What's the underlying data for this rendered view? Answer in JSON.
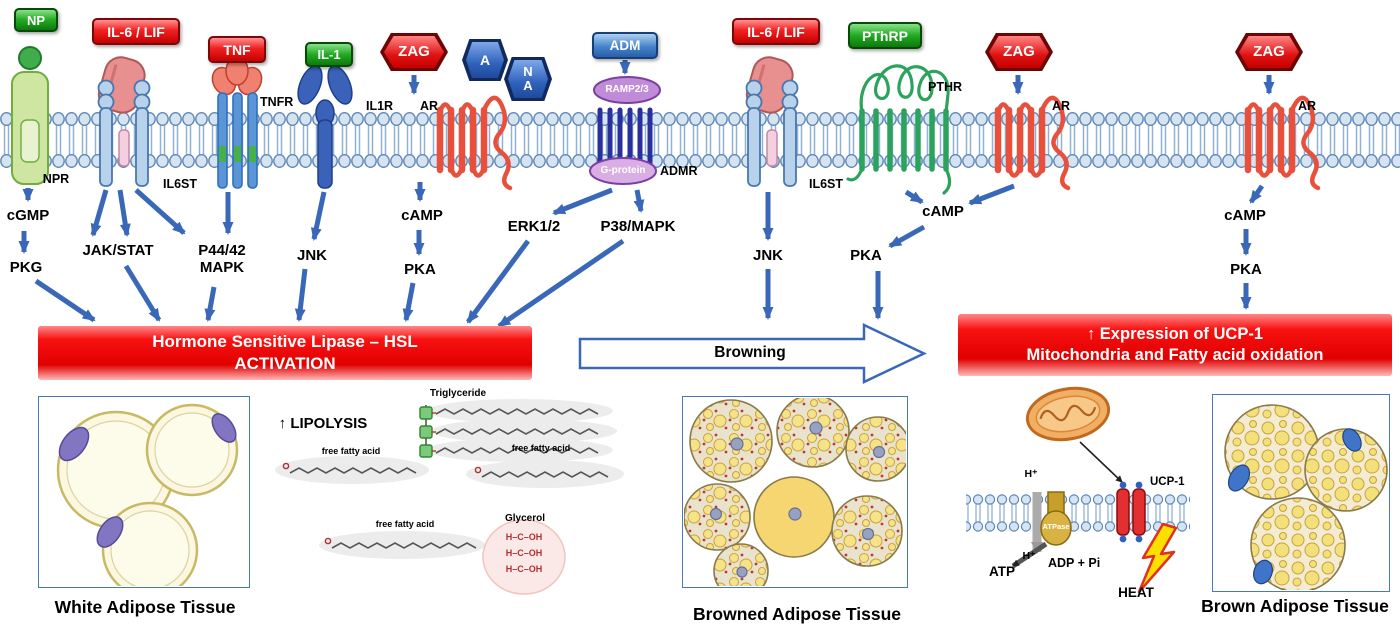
{
  "colors": {
    "banner_red": "#ee0000",
    "arrow_blue": "#3a68b8",
    "ligand_green": "#22aa22",
    "ligand_blue": "#3a6cc0",
    "membrane_head": "#d6e4f2",
    "gpcr_red": "#e8503c",
    "pthr_green": "#2ca35c"
  },
  "ligands": {
    "np": "NP",
    "il6_lif_left": "IL-6 / LIF",
    "tnf": "TNF",
    "il1": "IL-1",
    "zag_left": "ZAG",
    "a": "A",
    "na": "N\nA",
    "adm": "ADM",
    "il6_lif_right": "IL-6 / LIF",
    "pthrp": "PThRP",
    "zag_mid": "ZAG",
    "zag_right": "ZAG"
  },
  "receptors": {
    "npr": "NPR",
    "il6st_left": "IL6ST",
    "tnfr": "TNFR",
    "il1r": "IL1R",
    "ar_left": "AR",
    "ramp": "RAMP2/3",
    "g_protein": "G-protein",
    "admr": "ADMR",
    "il6st_right": "IL6ST",
    "pthr": "PTHR",
    "ar_mid": "AR",
    "ar_right": "AR"
  },
  "signals": {
    "cgmp": "cGMP",
    "pkg": "PKG",
    "jak_stat": "JAK/STAT",
    "p4442": "P44/42",
    "mapk": "MAPK",
    "jnk_left": "JNK",
    "camp_left": "cAMP",
    "pka_left": "PKA",
    "erk": "ERK1/2",
    "p38": "P38/MAPK",
    "jnk_right": "JNK",
    "pka_mid": "PKA",
    "camp_mid": "cAMP",
    "camp_right": "cAMP",
    "pka_right": "PKA"
  },
  "banners": {
    "hsl_line1": "Hormone Sensitive Lipase – HSL",
    "hsl_line2": "ACTIVATION",
    "browning": "Browning",
    "ucp_line1": "↑ Expression of UCP-1",
    "ucp_line2": "Mitochondria and Fatty acid oxidation"
  },
  "lipolysis": {
    "title": "↑ LIPOLYSIS",
    "triglyceride": "Triglyceride",
    "ffa1": "free fatty acid",
    "ffa2": "free fatty acid",
    "ffa3": "free fatty acid",
    "glycerol": "Glycerol",
    "glycerol_rows": [
      "H–C–OH",
      "H–C–OH",
      "H–C–OH"
    ]
  },
  "thermogenesis": {
    "ucp1": "UCP-1",
    "atp": "ATP",
    "adp_pi": "ADP + Pi",
    "heat": "HEAT",
    "atpase": "ATPase",
    "h_plus_top": "H⁺",
    "h_plus_bottom": "H⁺"
  },
  "captions": {
    "white": "White Adipose Tissue",
    "browned": "Browned Adipose Tissue",
    "brown": "Brown Adipose Tissue"
  }
}
